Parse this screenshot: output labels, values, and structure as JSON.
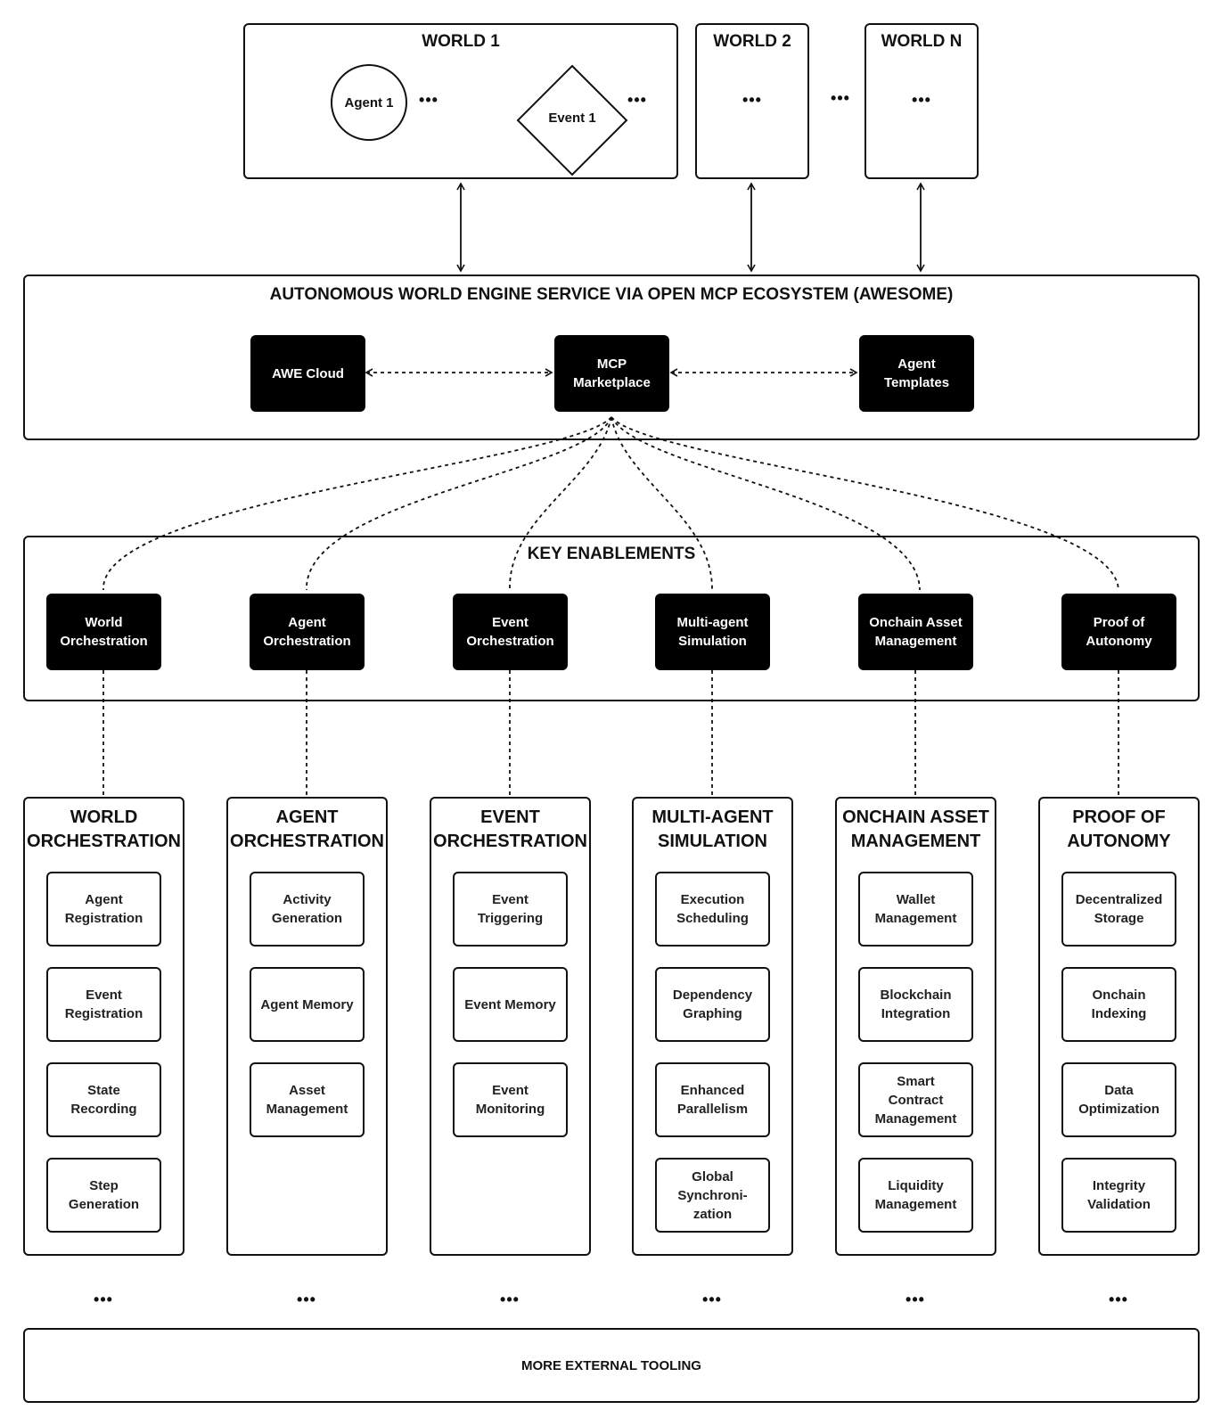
{
  "worlds": [
    {
      "title": "WORLD 1",
      "agent": "Agent 1",
      "event": "Event 1",
      "ellipsis_a": "•••",
      "ellipsis_b": "•••"
    },
    {
      "title": "WORLD 2",
      "ellipsis": "•••"
    },
    {
      "title": "WORLD N",
      "ellipsis": "•••"
    }
  ],
  "between_worlds_ellipsis": "•••",
  "service": {
    "title": "AUTONOMOUS WORLD ENGINE SERVICE VIA OPEN MCP ECOSYSTEM (AWESOME)",
    "nodes": [
      "AWE Cloud",
      "MCP\nMarketplace",
      "Agent\nTemplates"
    ]
  },
  "key_enablements": {
    "title": "KEY ENABLEMENTS",
    "items": [
      "World\nOrchestration",
      "Agent\nOrchestration",
      "Event\nOrchestration",
      "Multi-agent\nSimulation",
      "Onchain Asset\nManagement",
      "Proof of\nAutonomy"
    ]
  },
  "columns": [
    {
      "title": "WORLD\nORCHESTRATION",
      "items": [
        "Agent\nRegistration",
        "Event\nRegistration",
        "State\nRecording",
        "Step\nGeneration"
      ]
    },
    {
      "title": "AGENT\nORCHESTRATION",
      "items": [
        "Activity\nGeneration",
        "Agent Memory",
        "Asset\nManagement"
      ]
    },
    {
      "title": "EVENT\nORCHESTRATION",
      "items": [
        "Event\nTriggering",
        "Event Memory",
        "Event\nMonitoring"
      ]
    },
    {
      "title": "MULTI-AGENT\nSIMULATION",
      "items": [
        "Execution\nScheduling",
        "Dependency\nGraphing",
        "Enhanced\nParallelism",
        "Global\nSynchroni-\nzation"
      ]
    },
    {
      "title": "ONCHAIN ASSET\nMANAGEMENT",
      "items": [
        "Wallet\nManagement",
        "Blockchain\nIntegration",
        "Smart\nContract\nManagement",
        "Liquidity\nManagement"
      ]
    },
    {
      "title": "PROOF OF\nAUTONOMY",
      "items": [
        "Decentralized\nStorage",
        "Onchain\nIndexing",
        "Data\nOptimization",
        "Integrity\nValidation"
      ]
    }
  ],
  "column_ellipsis": "•••",
  "external": {
    "title": "MORE EXTERNAL TOOLING"
  }
}
